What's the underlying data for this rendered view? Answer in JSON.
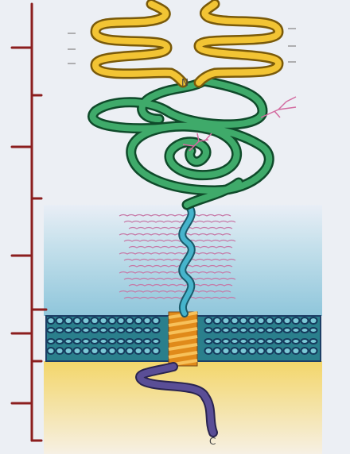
{
  "figure": {
    "labels": {
      "n_terminus": "N",
      "c_terminus": "C"
    },
    "regions": [
      {
        "name": "immunoglobulin-like-domains",
        "color": "#e8b820"
      },
      {
        "name": "fibronectin-like-domains",
        "color": "#2e8b4e"
      },
      {
        "name": "mucin-like-stalk",
        "color": "#3aa8c0"
      },
      {
        "name": "transmembrane-helix",
        "color": "#e08a1a"
      },
      {
        "name": "cytoplasmic-tail",
        "color": "#4a3f80"
      }
    ],
    "background": {
      "extracellular_color": "#eef0f5",
      "glycocalyx_color": "#9fd0e0",
      "membrane_color": "#2c7f8a",
      "cytoplasm_color": "#f0d870"
    },
    "bracket": {
      "color": "#8b1e1e",
      "segments": 7
    }
  }
}
